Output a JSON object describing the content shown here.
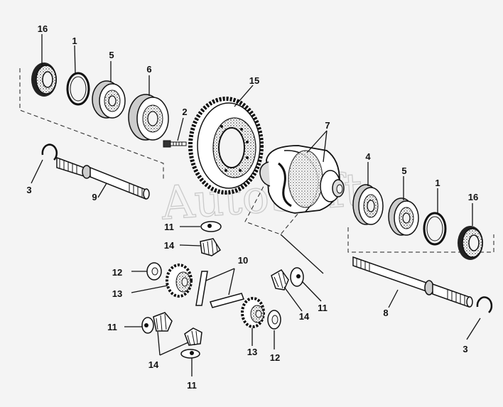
{
  "diagram": {
    "watermark": "AutoSoft",
    "callouts": {
      "c16a": "16",
      "c1a": "1",
      "c5a": "5",
      "c6": "6",
      "c15": "15",
      "c2": "2",
      "c7": "7",
      "c3a": "3",
      "c9": "9",
      "c4": "4",
      "c5b": "5",
      "c1b": "1",
      "c16b": "16",
      "c11a": "11",
      "c14a": "14",
      "c10": "10",
      "c12a": "12",
      "c13a": "13",
      "c14b": "14",
      "c11b": "11",
      "c8": "8",
      "c11c": "11",
      "c13b": "13",
      "c12b": "12",
      "c3b": "3",
      "c14c": "14",
      "c11d": "11"
    }
  }
}
